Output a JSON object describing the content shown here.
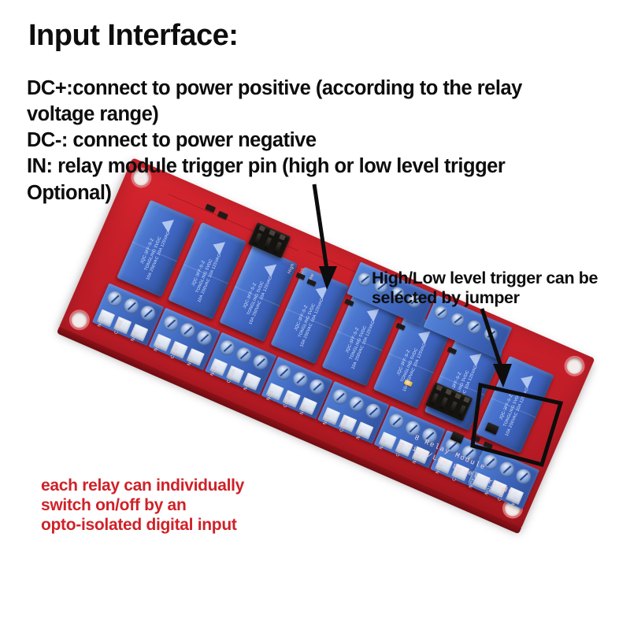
{
  "heading": "Input Interface:",
  "description": {
    "lines": [
      "DC+:connect to power positive (according to the relay",
      "voltage range)",
      "DC-: connect to power negative",
      "IN: relay module trigger pin (high or low level trigger",
      "Optional)"
    ]
  },
  "callouts": {
    "jumper_note": {
      "lines": [
        "High/Low level trigger can be",
        "selected by jumper"
      ],
      "color": "#0d0d0d"
    },
    "relay_note": {
      "lines": [
        "each relay can individually",
        "switch on/off by an",
        "opto-isolated digital input"
      ],
      "color": "#cf2128"
    }
  },
  "board": {
    "silkscreen_brand_line1": "8 Relay Module",
    "silkscreen_brand_line2": "High/Low Level Trigger",
    "jumper_labels": [
      "High",
      "Com",
      "Low"
    ],
    "relay_count": 8,
    "relay_markings": {
      "brand": "TONGLING",
      "model": "JQC-3FF-S-Z",
      "coil": "5VDC",
      "rating_a": "10A 250VAC",
      "rating_b": "10A 125VAC",
      "rating_c": "10A 30VDC",
      "rating_d": "10A 28VDC"
    },
    "output_terminals": [
      {
        "channel": 8,
        "labels": [
          "NO8",
          "COM8",
          "NC8"
        ]
      },
      {
        "channel": 7,
        "labels": [
          "NO7",
          "COM7",
          "NC7"
        ]
      },
      {
        "channel": 6,
        "labels": [
          "NO6",
          "COM6",
          "NC6"
        ]
      },
      {
        "channel": 5,
        "labels": [
          "NO5",
          "COM5",
          "NC5"
        ]
      },
      {
        "channel": 4,
        "labels": [
          "NO4",
          "COM4",
          "NC4"
        ]
      },
      {
        "channel": 3,
        "labels": [
          "NO3",
          "COM3",
          "NC3"
        ]
      },
      {
        "channel": 2,
        "labels": [
          "NO2",
          "COM2",
          "NC2"
        ]
      },
      {
        "channel": 1,
        "labels": [
          "NO1",
          "COM1",
          "NC1"
        ]
      }
    ],
    "input_header_labels": [
      "GND",
      "IN1",
      "IN2",
      "IN3",
      "IN4",
      "IN5",
      "IN6",
      "IN7",
      "IN8",
      "VCC"
    ],
    "colors": {
      "pcb_red": "#c4202a",
      "relay_blue": "#3f66c2",
      "terminal_blue": "#3e66bd",
      "header_black": "#15130f",
      "annotation_red": "#cf2128",
      "text_black": "#0d0d0d",
      "background": "#ffffff"
    }
  }
}
